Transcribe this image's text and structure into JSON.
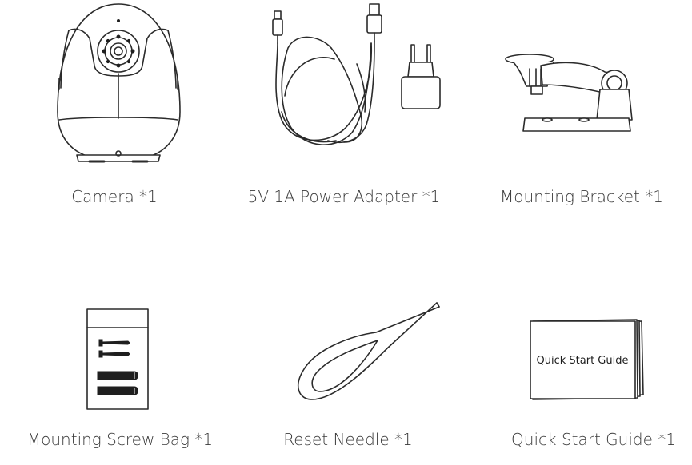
{
  "items": [
    {
      "caption": "Camera *1",
      "icon": "camera-icon"
    },
    {
      "caption": "5V 1A Power Adapter *1",
      "icon": "power-adapter-icon"
    },
    {
      "caption": "Mounting Bracket *1",
      "icon": "mounting-bracket-icon"
    },
    {
      "caption": "Mounting Screw Bag *1",
      "icon": "screw-bag-icon"
    },
    {
      "caption": "Reset Needle *1",
      "icon": "reset-needle-icon"
    },
    {
      "caption": "Quick Start Guide *1",
      "icon": "quick-start-guide-icon",
      "booklet_title": "Quick Start Guide"
    }
  ],
  "colors": {
    "line": "#2b2b2b",
    "text": "#3a3a3a",
    "background": "#ffffff"
  }
}
